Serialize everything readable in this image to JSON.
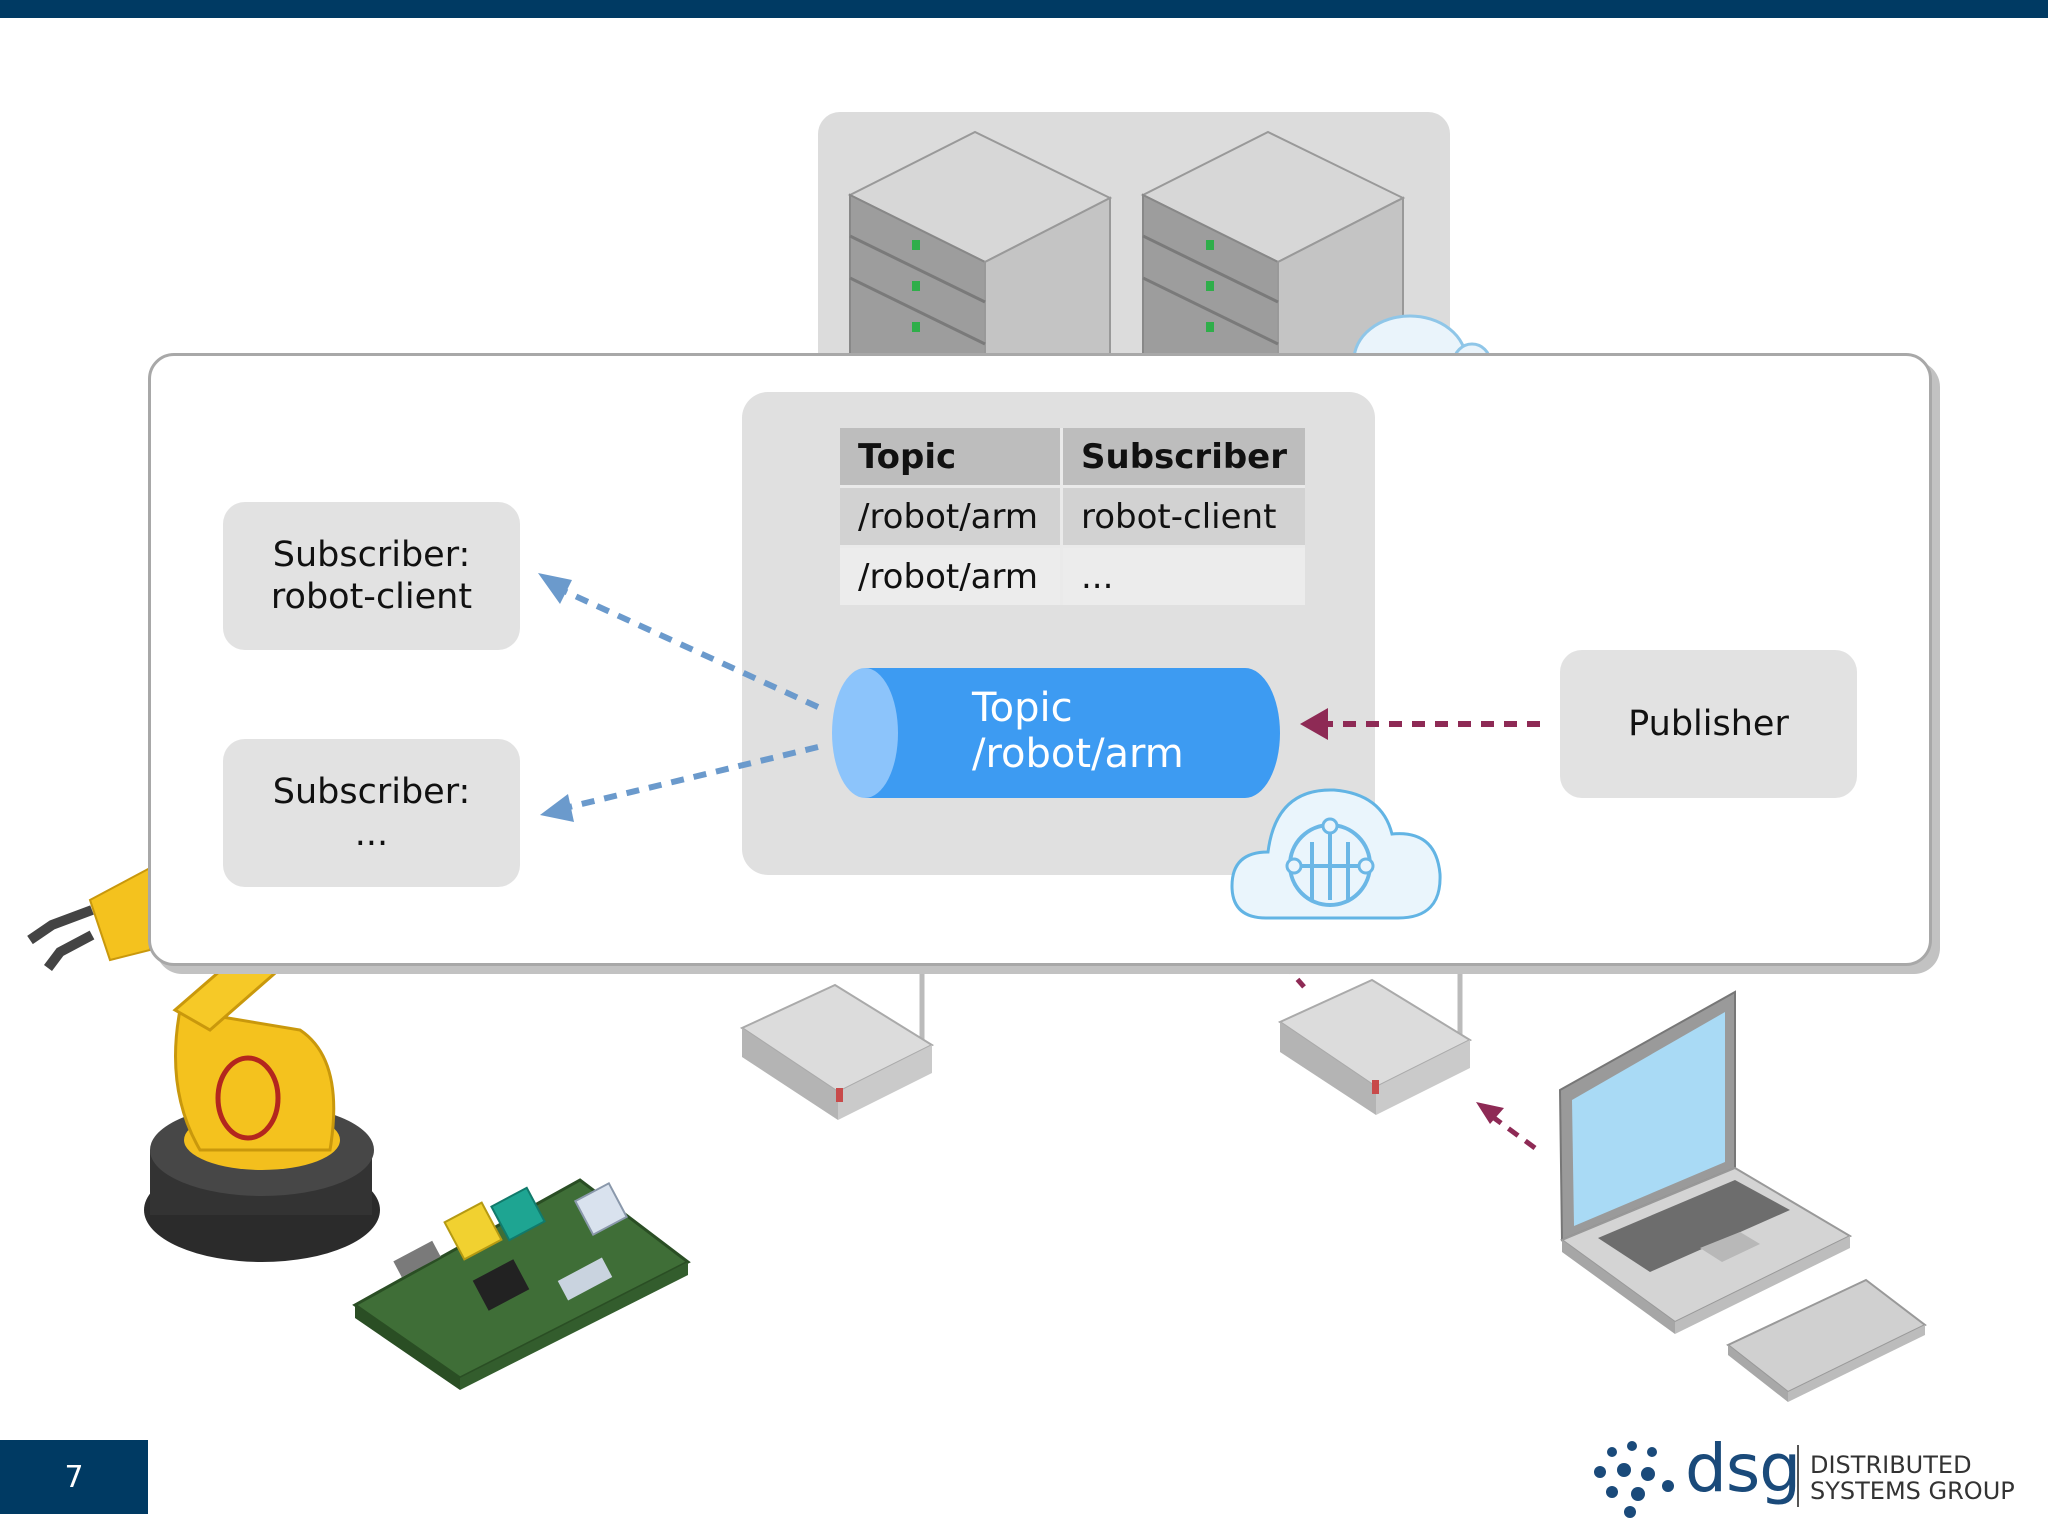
{
  "page_number": "7",
  "routing_table": {
    "headers": [
      "Topic",
      "Subscriber"
    ],
    "rows": [
      [
        "/robot/arm",
        "robot-client"
      ],
      [
        "/robot/arm",
        "..."
      ]
    ]
  },
  "subscriber1": {
    "line1": "Subscriber:",
    "line2": "robot-client"
  },
  "subscriber2": {
    "line1": "Subscriber:",
    "line2": "..."
  },
  "publisher": {
    "label": "Publisher"
  },
  "topic": {
    "line1": "Topic",
    "line2": "/robot/arm"
  },
  "logo": {
    "mark": "dsg",
    "line1": "DISTRIBUTED",
    "line2": "SYSTEMS GROUP"
  },
  "colors": {
    "header_bar": "#003a63",
    "topic_fill": "#3d9bf2",
    "subscriber_arrow": "#6b9acc",
    "publisher_arrow": "#8e2a55"
  }
}
